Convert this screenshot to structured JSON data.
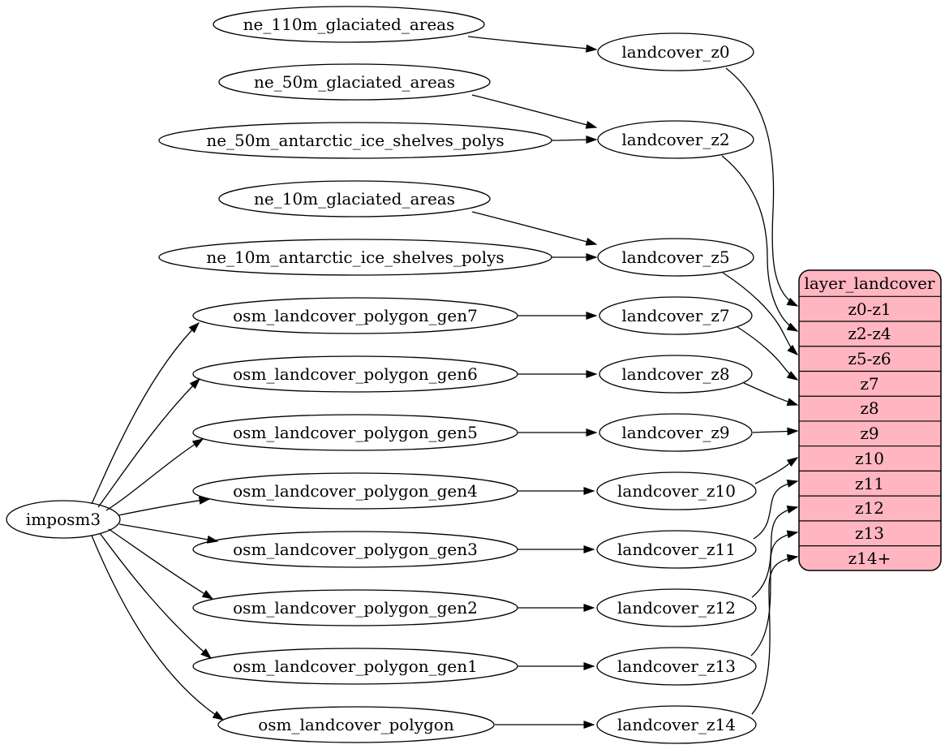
{
  "diagram": {
    "type": "graphviz-digraph",
    "background": "#ffffff",
    "node_fill": "#ffffff",
    "node_stroke": "#000000",
    "edge_color": "#000000",
    "nodes": {
      "imposm3": "imposm3",
      "ne_110m_glaciated_areas": "ne_110m_glaciated_areas",
      "ne_50m_glaciated_areas": "ne_50m_glaciated_areas",
      "ne_50m_antarctic_ice_shelves_polys": "ne_50m_antarctic_ice_shelves_polys",
      "ne_10m_glaciated_areas": "ne_10m_glaciated_areas",
      "ne_10m_antarctic_ice_shelves_polys": "ne_10m_antarctic_ice_shelves_polys",
      "osm_landcover_polygon_gen7": "osm_landcover_polygon_gen7",
      "osm_landcover_polygon_gen6": "osm_landcover_polygon_gen6",
      "osm_landcover_polygon_gen5": "osm_landcover_polygon_gen5",
      "osm_landcover_polygon_gen4": "osm_landcover_polygon_gen4",
      "osm_landcover_polygon_gen3": "osm_landcover_polygon_gen3",
      "osm_landcover_polygon_gen2": "osm_landcover_polygon_gen2",
      "osm_landcover_polygon_gen1": "osm_landcover_polygon_gen1",
      "osm_landcover_polygon": "osm_landcover_polygon",
      "landcover_z0": "landcover_z0",
      "landcover_z2": "landcover_z2",
      "landcover_z5": "landcover_z5",
      "landcover_z7": "landcover_z7",
      "landcover_z8": "landcover_z8",
      "landcover_z9": "landcover_z9",
      "landcover_z10": "landcover_z10",
      "landcover_z11": "landcover_z11",
      "landcover_z12": "landcover_z12",
      "landcover_z13": "landcover_z13",
      "landcover_z14": "landcover_z14"
    },
    "table": {
      "title": "layer_landcover",
      "fill": "#ffb6c1",
      "rows": [
        "z0-z1",
        "z2-z4",
        "z5-z6",
        "z7",
        "z8",
        "z9",
        "z10",
        "z11",
        "z12",
        "z13",
        "z14+"
      ]
    },
    "edges": [
      {
        "from": "ne_110m_glaciated_areas",
        "to": "landcover_z0"
      },
      {
        "from": "ne_50m_glaciated_areas",
        "to": "landcover_z2"
      },
      {
        "from": "ne_50m_antarctic_ice_shelves_polys",
        "to": "landcover_z2"
      },
      {
        "from": "ne_10m_glaciated_areas",
        "to": "landcover_z5"
      },
      {
        "from": "ne_10m_antarctic_ice_shelves_polys",
        "to": "landcover_z5"
      },
      {
        "from": "imposm3",
        "to": "osm_landcover_polygon_gen7"
      },
      {
        "from": "imposm3",
        "to": "osm_landcover_polygon_gen6"
      },
      {
        "from": "imposm3",
        "to": "osm_landcover_polygon_gen5"
      },
      {
        "from": "imposm3",
        "to": "osm_landcover_polygon_gen4"
      },
      {
        "from": "imposm3",
        "to": "osm_landcover_polygon_gen3"
      },
      {
        "from": "imposm3",
        "to": "osm_landcover_polygon_gen2"
      },
      {
        "from": "imposm3",
        "to": "osm_landcover_polygon_gen1"
      },
      {
        "from": "imposm3",
        "to": "osm_landcover_polygon"
      },
      {
        "from": "osm_landcover_polygon_gen7",
        "to": "landcover_z7"
      },
      {
        "from": "osm_landcover_polygon_gen6",
        "to": "landcover_z8"
      },
      {
        "from": "osm_landcover_polygon_gen5",
        "to": "landcover_z9"
      },
      {
        "from": "osm_landcover_polygon_gen4",
        "to": "landcover_z10"
      },
      {
        "from": "osm_landcover_polygon_gen3",
        "to": "landcover_z11"
      },
      {
        "from": "osm_landcover_polygon_gen2",
        "to": "landcover_z12"
      },
      {
        "from": "osm_landcover_polygon_gen1",
        "to": "landcover_z13"
      },
      {
        "from": "osm_landcover_polygon",
        "to": "landcover_z14"
      },
      {
        "from": "landcover_z0",
        "to": "layer_landcover.z0-z1"
      },
      {
        "from": "landcover_z2",
        "to": "layer_landcover.z2-z4"
      },
      {
        "from": "landcover_z5",
        "to": "layer_landcover.z5-z6"
      },
      {
        "from": "landcover_z7",
        "to": "layer_landcover.z7"
      },
      {
        "from": "landcover_z8",
        "to": "layer_landcover.z8"
      },
      {
        "from": "landcover_z9",
        "to": "layer_landcover.z9"
      },
      {
        "from": "landcover_z10",
        "to": "layer_landcover.z10"
      },
      {
        "from": "landcover_z11",
        "to": "layer_landcover.z11"
      },
      {
        "from": "landcover_z12",
        "to": "layer_landcover.z12"
      },
      {
        "from": "landcover_z13",
        "to": "layer_landcover.z13"
      },
      {
        "from": "landcover_z14",
        "to": "layer_landcover.z14+"
      }
    ]
  }
}
